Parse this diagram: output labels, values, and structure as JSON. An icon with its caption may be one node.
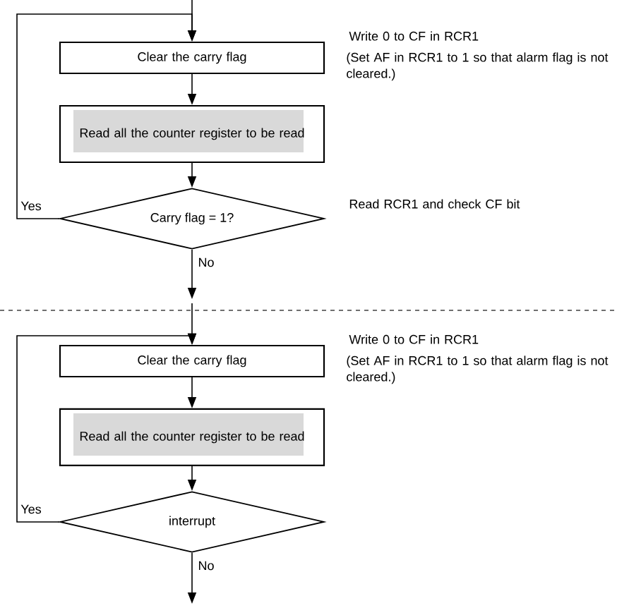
{
  "diagram": {
    "nodes": [
      {
        "text": [
          "Clear the carry flag"
        ],
        "beside": [
          "Write 0 to CF in RCR1",
          "(Set AF in RCR1 to 1 so that alarm flag is not cleared.)"
        ]
      },
      {
        "text": [
          "Read all the counter register to be read"
        ]
      },
      {
        "text": [
          "Carry flag = 1?"
        ],
        "beside": [
          "Read RCR1 and check CF bit"
        ]
      },
      {
        "text": [
          "Clear the carry flag"
        ],
        "beside": [
          "Write 0 to CF in RCR1",
          "(Set AF in RCR1 to 1 so that alarm flag is not cleared.)"
        ]
      },
      {
        "text": [
          "Read all the counter register to be read"
        ]
      },
      {
        "text": [
          "interrupt"
        ]
      }
    ],
    "edges": [
      {
        "from": null,
        "to": 0,
        "arrow": "to"
      },
      {
        "from": 0,
        "to": 1,
        "arrow": "to"
      },
      {
        "from": 1,
        "to": 2,
        "arrow": "to"
      },
      {
        "from": 2,
        "to": 0,
        "arrow": "to",
        "label": "Yes"
      },
      {
        "from": 2,
        "to": null,
        "arrow": "to",
        "label": "No"
      },
      {
        "from": null,
        "to": 3,
        "arrow": "to"
      },
      {
        "from": 3,
        "to": 4,
        "arrow": "to"
      },
      {
        "from": 4,
        "to": 5,
        "arrow": "to"
      },
      {
        "from": 5,
        "to": 3,
        "arrow": "to",
        "label": "Yes"
      },
      {
        "from": 5,
        "to": null,
        "arrow": "to",
        "label": "No"
      }
    ]
  }
}
